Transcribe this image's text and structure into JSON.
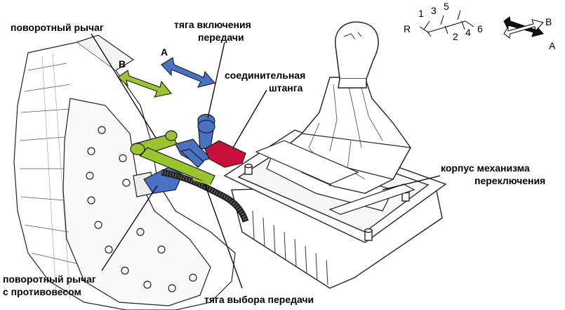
{
  "labels": {
    "pivot_lever": "поворотный рычаг",
    "shift_rod_l1": "тяга включения",
    "shift_rod_l2": "передачи",
    "connecting_rod_l1": "соединительная",
    "connecting_rod_l2": "штанга",
    "housing_l1": "корпус механизма",
    "housing_l2": "переключения",
    "counterweight_l1": "поворотный рычаг",
    "counterweight_l2": "с противовесом",
    "select_rod": "тяга выбора передачи",
    "arrow_a": "A",
    "arrow_b": "B"
  },
  "shift_pattern": {
    "gears": [
      "1",
      "3",
      "5",
      "R",
      "2",
      "4",
      "6"
    ],
    "icon_a": "A",
    "icon_b": "B"
  },
  "colors": {
    "blue": "#4a72c4",
    "green": "#9cc42c",
    "red": "#c8103a",
    "outline": "#1a1a1a"
  }
}
